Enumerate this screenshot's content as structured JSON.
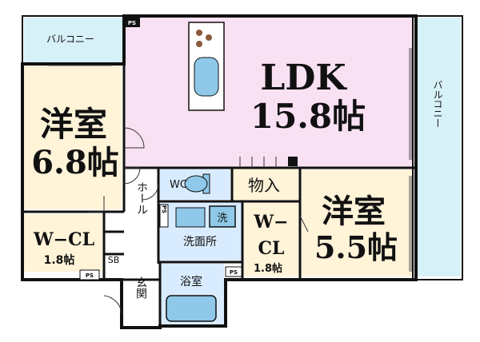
{
  "colors": {
    "ldk": "#f8e1f2",
    "western": "#fff3d8",
    "wet": "#d9ecff",
    "balcony": "#d6f1f7",
    "wall": "#111111",
    "fixture": "#8fc8e8",
    "hob": "#8a5a3a"
  },
  "rooms": {
    "ldk_name": "LDK",
    "ldk_size": "15.8帖",
    "western1_name": "洋室",
    "western1_size": "6.8帖",
    "western2_name": "洋室",
    "western2_size": "5.5帖",
    "wcl1_name": "W−CL",
    "wcl1_size": "1.8帖",
    "wcl2_line1": "W−",
    "wcl2_line2": "CL",
    "wcl2_size": "1.8帖",
    "wc": "WC",
    "storage": "物入",
    "hall": "ホール",
    "washroom": "洗面所",
    "washer": "洗",
    "bath": "浴室",
    "entrance": "玄関",
    "shoe_box": "SB",
    "balcony_top": "バルコニー",
    "balcony_right": "バルコニー",
    "ps": "PS"
  }
}
